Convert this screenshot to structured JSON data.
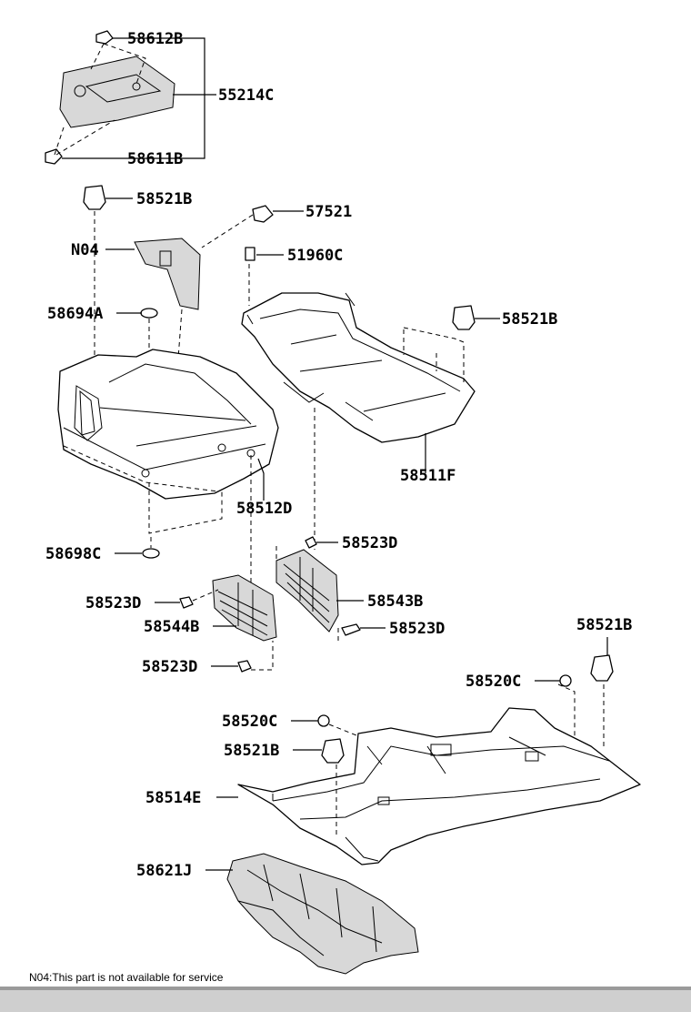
{
  "parts": {
    "p58612B": "58612B",
    "p55214C": "55214C",
    "p58611B": "58611B",
    "p58521B_1": "58521B",
    "p57521": "57521",
    "pN04": "N04",
    "p51960C": "51960C",
    "p58521B_2": "58521B",
    "p58694A": "58694A",
    "p58511F": "58511F",
    "p58512D": "58512D",
    "p58698C": "58698C",
    "p58523D_1": "58523D",
    "p58543B": "58543B",
    "p58523D_2": "58523D",
    "p58544B": "58544B",
    "p58523D_3": "58523D",
    "p58523D_4": "58523D",
    "p58521B_3": "58521B",
    "p58520C_1": "58520C",
    "p58520C_2": "58520C",
    "p58521B_4": "58521B",
    "p58514E": "58514E",
    "p58621J": "58621J"
  },
  "footnote": "N04:This part is not available for service"
}
